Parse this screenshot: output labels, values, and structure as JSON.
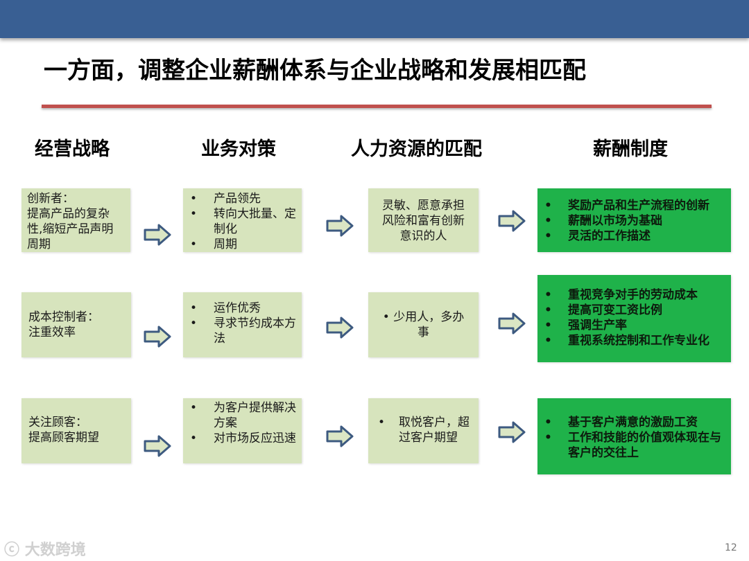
{
  "slide": {
    "title": "一方面，调整企业薪酬体系与企业战略和发展相匹配",
    "page_number": "12",
    "watermark": "大数跨境",
    "colors": {
      "top_bar": "#395f93",
      "title_underline": "#c0504d",
      "light_box": "#d7e4bd",
      "green_box": "#1fb24a",
      "arrow_fill": "#dbe6c4",
      "arrow_stroke": "#3d5a80"
    }
  },
  "columns": [
    {
      "header": "经营战略"
    },
    {
      "header": "业务对策"
    },
    {
      "header": "人力资源的匹配"
    },
    {
      "header": "薪酬制度"
    }
  ],
  "rows": [
    {
      "strategy": {
        "lines": [
          "创新者：",
          "提高产品的复杂",
          "性,缩短产品声明",
          "周期"
        ]
      },
      "business": {
        "bullets": [
          "产品领先",
          "转向大批量、定制化",
          "周期"
        ]
      },
      "hr": {
        "text": [
          "灵敏、愿意承担",
          "风险和富有创新",
          "意识的人"
        ]
      },
      "pay": {
        "bullets": [
          "奖励产品和生产流程的创新",
          "薪酬以市场为基础",
          "灵活的工作描述"
        ]
      }
    },
    {
      "strategy": {
        "lines": [
          "成本控制者：",
          "注重效率"
        ]
      },
      "business": {
        "bullets": [
          "运作优秀",
          "寻求节约成本方法"
        ]
      },
      "hr": {
        "text": [
          "• 少用人，多办",
          "事"
        ]
      },
      "pay": {
        "bullets": [
          "重视竞争对手的劳动成本",
          "提高可变工资比例",
          "强调生产率",
          "重视系统控制和工作专业化"
        ]
      }
    },
    {
      "strategy": {
        "lines": [
          "关注顾客：",
          "提高顾客期望"
        ]
      },
      "business": {
        "bullets": [
          "为客户提供解决方案",
          "对市场反应迅速"
        ]
      },
      "hr": {
        "bullets": [
          "取悦客户，超 过客户期望"
        ]
      },
      "pay": {
        "bullets": [
          "基于客户满意的激励工资",
          "工作和技能的价值观体现在与客户的交往上"
        ]
      }
    }
  ]
}
